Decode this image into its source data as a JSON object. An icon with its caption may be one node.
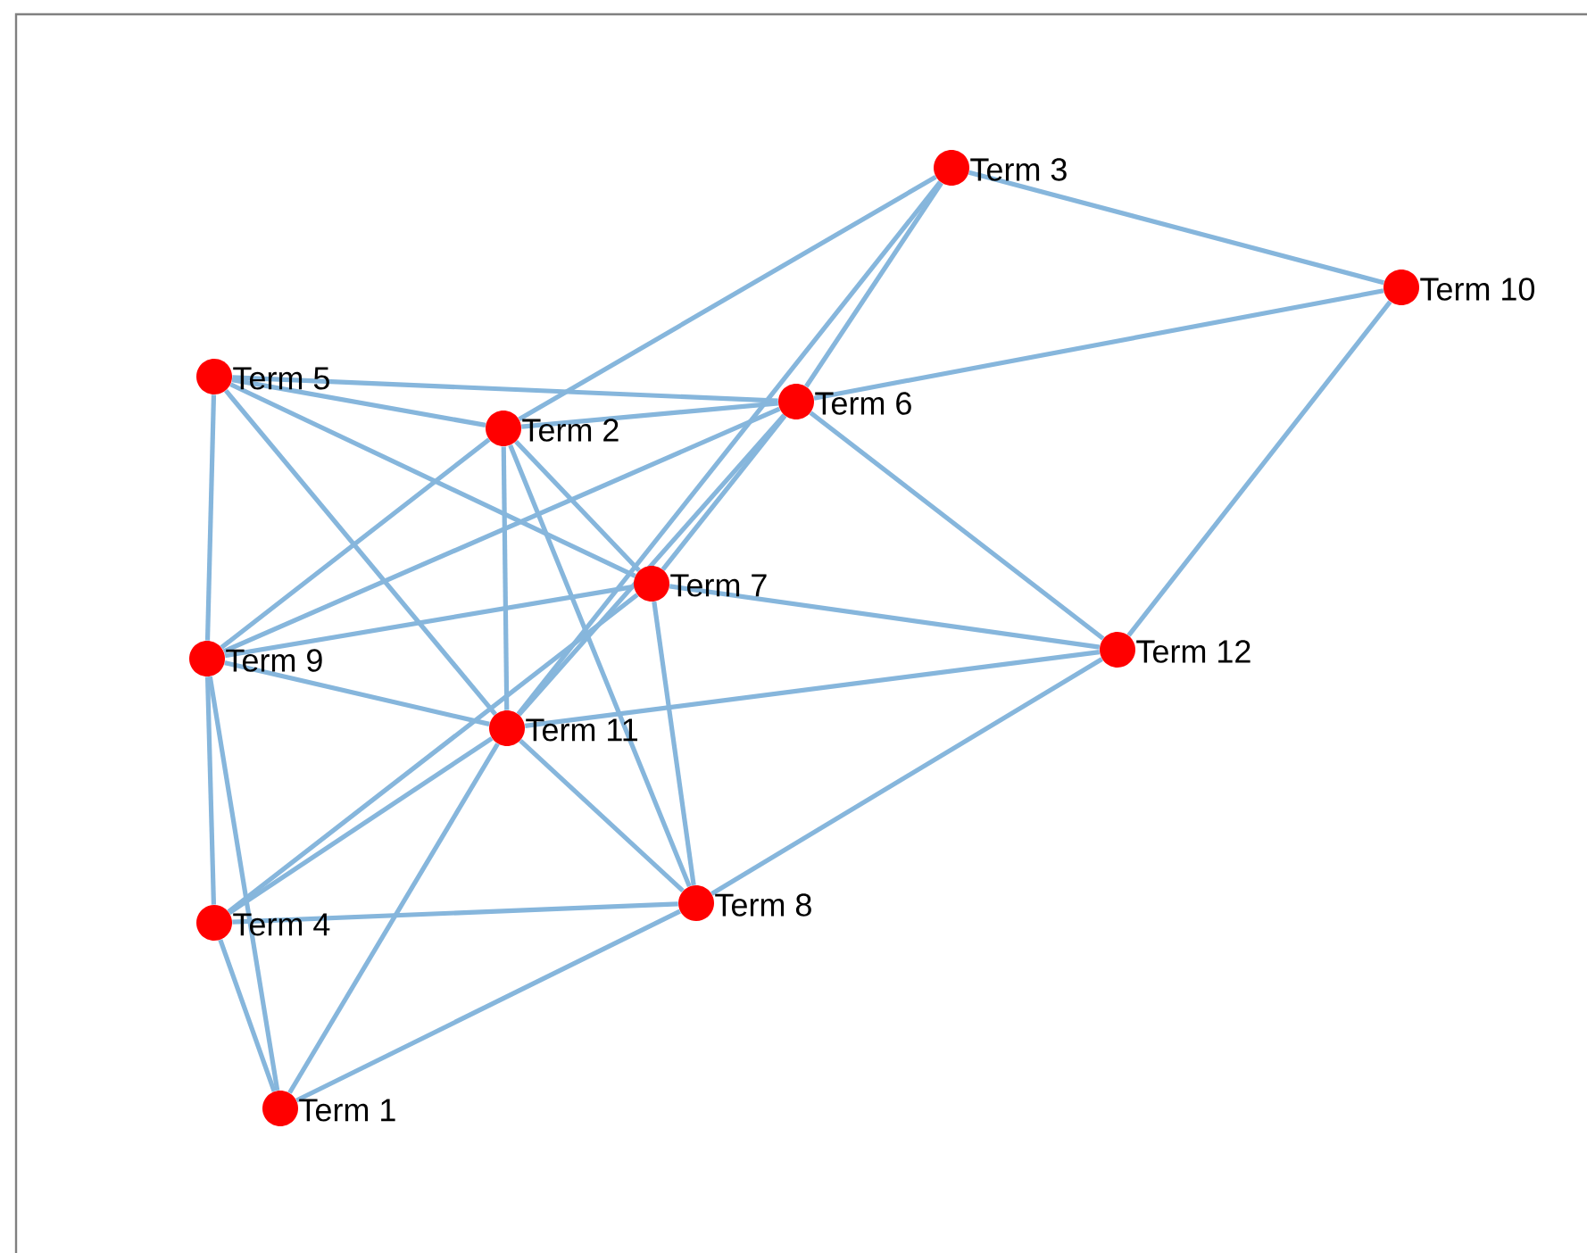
{
  "diagram": {
    "nodes": [
      {
        "text": [
          "Term 1"
        ]
      },
      {
        "text": [
          "Term 2"
        ]
      },
      {
        "text": [
          "Term 3"
        ]
      },
      {
        "text": [
          "Term 4"
        ]
      },
      {
        "text": [
          "Term 5"
        ]
      },
      {
        "text": [
          "Term 6"
        ]
      },
      {
        "text": [
          "Term 7"
        ]
      },
      {
        "text": [
          "Term 8"
        ]
      },
      {
        "text": [
          "Term 9"
        ]
      },
      {
        "text": [
          "Term 10"
        ]
      },
      {
        "text": [
          "Term 11"
        ]
      },
      {
        "text": [
          "Term 12"
        ]
      }
    ],
    "edges": [
      {
        "from": 2,
        "to": 9,
        "arrow": "none"
      },
      {
        "from": 2,
        "to": 1,
        "arrow": "none"
      },
      {
        "from": 2,
        "to": 5,
        "arrow": "none"
      },
      {
        "from": 2,
        "to": 10,
        "arrow": "none"
      },
      {
        "from": 5,
        "to": 9,
        "arrow": "none"
      },
      {
        "from": 9,
        "to": 11,
        "arrow": "none"
      },
      {
        "from": 4,
        "to": 5,
        "arrow": "none"
      },
      {
        "from": 4,
        "to": 1,
        "arrow": "none"
      },
      {
        "from": 4,
        "to": 6,
        "arrow": "none"
      },
      {
        "from": 4,
        "to": 10,
        "arrow": "none"
      },
      {
        "from": 4,
        "to": 8,
        "arrow": "none"
      },
      {
        "from": 1,
        "to": 5,
        "arrow": "none"
      },
      {
        "from": 1,
        "to": 8,
        "arrow": "none"
      },
      {
        "from": 1,
        "to": 10,
        "arrow": "none"
      },
      {
        "from": 1,
        "to": 6,
        "arrow": "none"
      },
      {
        "from": 1,
        "to": 7,
        "arrow": "none"
      },
      {
        "from": 5,
        "to": 8,
        "arrow": "none"
      },
      {
        "from": 5,
        "to": 11,
        "arrow": "none"
      },
      {
        "from": 5,
        "to": 6,
        "arrow": "none"
      },
      {
        "from": 5,
        "to": 10,
        "arrow": "none"
      },
      {
        "from": 8,
        "to": 6,
        "arrow": "none"
      },
      {
        "from": 8,
        "to": 10,
        "arrow": "none"
      },
      {
        "from": 8,
        "to": 3,
        "arrow": "none"
      },
      {
        "from": 8,
        "to": 0,
        "arrow": "none"
      },
      {
        "from": 6,
        "to": 11,
        "arrow": "none"
      },
      {
        "from": 6,
        "to": 7,
        "arrow": "none"
      },
      {
        "from": 6,
        "to": 3,
        "arrow": "none"
      },
      {
        "from": 10,
        "to": 11,
        "arrow": "none"
      },
      {
        "from": 10,
        "to": 7,
        "arrow": "none"
      },
      {
        "from": 10,
        "to": 3,
        "arrow": "none"
      },
      {
        "from": 10,
        "to": 0,
        "arrow": "none"
      },
      {
        "from": 3,
        "to": 7,
        "arrow": "none"
      },
      {
        "from": 3,
        "to": 0,
        "arrow": "none"
      },
      {
        "from": 0,
        "to": 7,
        "arrow": "none"
      },
      {
        "from": 11,
        "to": 7,
        "arrow": "none"
      }
    ]
  }
}
